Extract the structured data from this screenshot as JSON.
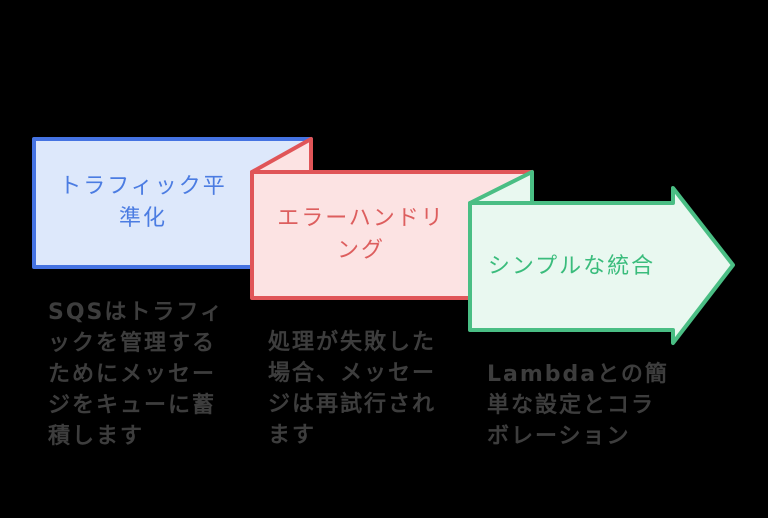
{
  "canvas": {
    "background": "#000000",
    "description_text_color": "#3d3d3d"
  },
  "diagram": {
    "steps": [
      {
        "id": "traffic-shaping",
        "title": "トラフィック平\n準化",
        "description": "SQSはトラフィ\nックを管理する\nためにメッセー\nジをキューに蓄\n積します",
        "fill": "#dde8fb",
        "border": "#4573e2",
        "text_color": "#4b7ce2"
      },
      {
        "id": "error-handling",
        "title": "エラーハンドリ\nング",
        "description": "処理が失敗した\n場合、メッセー\nジは再試行され\nます",
        "fill": "#fce3e3",
        "border": "#e05558",
        "text_color": "#dd5e5e"
      },
      {
        "id": "simple-integration",
        "title": "シンプルな統合",
        "description": "Lambdaとの簡\n単な設定とコラ\nボレーション",
        "fill": "#e9f8f0",
        "border": "#4abe84",
        "text_color": "#3abc7c"
      }
    ]
  }
}
